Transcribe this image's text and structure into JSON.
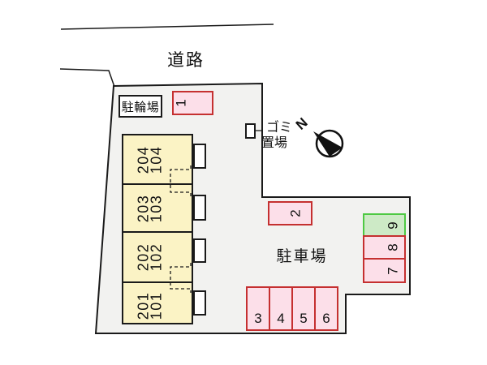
{
  "site": {
    "road_label": "道路",
    "bicycle_parking_label": "駐輪場",
    "garbage_label_line1": "ゴミ",
    "garbage_label_line2": "置場",
    "car_parking_label": "駐車場",
    "compass_north_label": "N"
  },
  "building": {
    "units": [
      {
        "upper": "204",
        "lower": "104"
      },
      {
        "upper": "203",
        "lower": "103"
      },
      {
        "upper": "202",
        "lower": "102"
      },
      {
        "upper": "201",
        "lower": "101"
      }
    ]
  },
  "parking": {
    "spaces": [
      {
        "no": "1",
        "color": "pink"
      },
      {
        "no": "2",
        "color": "pink"
      },
      {
        "no": "3",
        "color": "pink"
      },
      {
        "no": "4",
        "color": "pink"
      },
      {
        "no": "5",
        "color": "pink"
      },
      {
        "no": "6",
        "color": "pink"
      },
      {
        "no": "7",
        "color": "pink"
      },
      {
        "no": "8",
        "color": "pink"
      },
      {
        "no": "9",
        "color": "green"
      }
    ]
  },
  "colors": {
    "site_fill": "#f2f2f0",
    "boundary": "#1a1a1a",
    "building_fill": "#fbf3c5",
    "space_pink_fill": "#fcdfe9",
    "space_red_border": "#c53030",
    "space_green_fill": "#cdeac6",
    "space_green_border": "#4ec943"
  }
}
